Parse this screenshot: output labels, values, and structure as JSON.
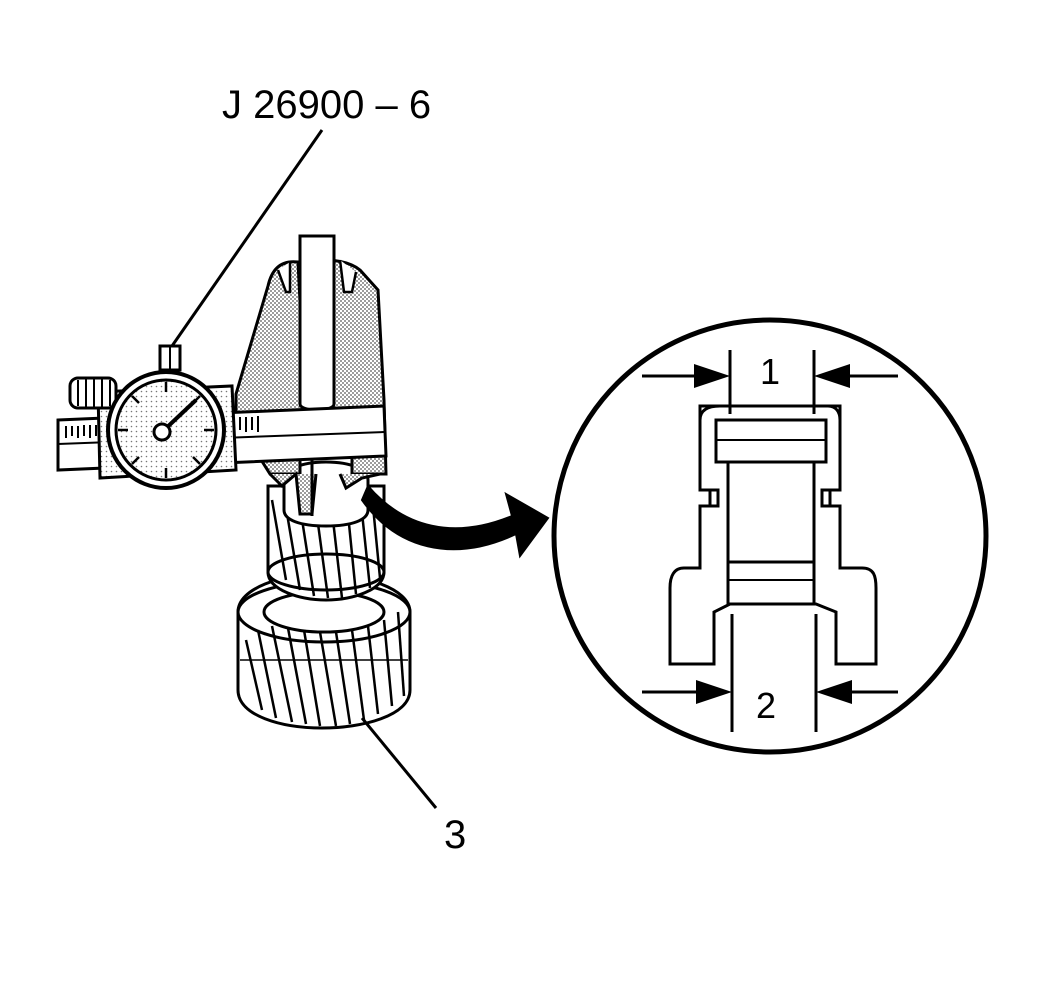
{
  "labels": {
    "tool": "J 26900 – 6",
    "part": "3",
    "measurement_1": "1",
    "measurement_2": "2"
  },
  "colors": {
    "ink": "#000000",
    "stipple": "#cfcfcf",
    "background": "#ffffff"
  },
  "icons": {
    "caliper": "dial-caliper-icon",
    "gear": "helical-gear-icon",
    "arrow": "curved-arrow-icon"
  }
}
